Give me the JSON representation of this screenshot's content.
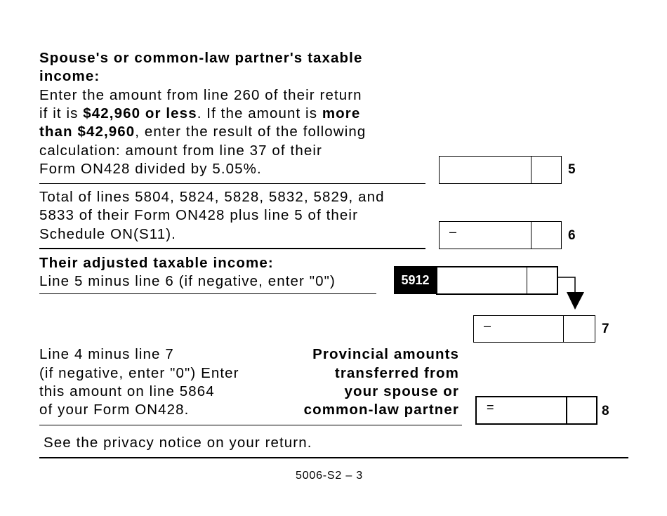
{
  "section5": {
    "heading_line1": "Spouse's or common-law partner's taxable",
    "heading_line2": "income:",
    "line3": "Enter the amount from line 260 of their return",
    "line4_pre": "if it is ",
    "line4_bold": "$42,960 or less",
    "line4_mid": ". If the amount is ",
    "line4_bold2": "more",
    "line5_bold": "than $42,960",
    "line5_rest": ", enter the result of the following",
    "line6": "calculation: amount from line 37 of their",
    "line7": "Form ON428 divided by 5.05%.",
    "line_number": "5"
  },
  "section6": {
    "line1": "Total of lines 5804, 5824, 5828, 5832, 5829, and",
    "line2": "5833 of their Form ON428 plus line 5 of their",
    "line3": "Schedule ON(S11).",
    "sign": "–",
    "line_number": "6"
  },
  "adjusted": {
    "heading": "Their adjusted taxable income:",
    "line": "Line 5 minus line 6 (if negative, enter \"0\")",
    "code": "5912"
  },
  "section7": {
    "sign": "–",
    "line_number": "7"
  },
  "section8": {
    "left1": "Line 4 minus line 7",
    "left2": "(if negative, enter \"0\") Enter",
    "left3": "this amount on line 5864",
    "left4": "of your Form ON428.",
    "right1": "Provincial amounts",
    "right2": "transferred from",
    "right3": "your spouse or",
    "right4": "common-law partner",
    "sign": "=",
    "line_number": "8"
  },
  "privacy": "See the privacy notice on your return.",
  "footer_code": "5006-S2 – 3"
}
